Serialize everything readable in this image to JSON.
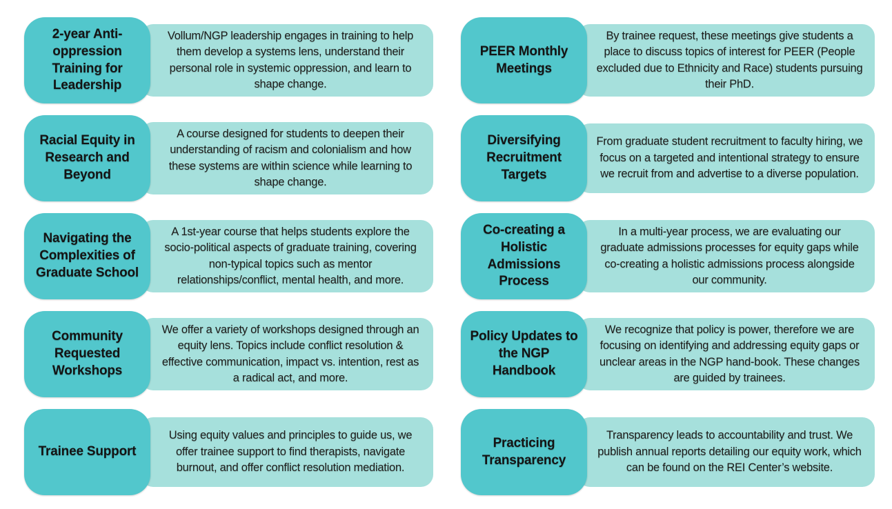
{
  "colors": {
    "title_box_fill": "#52C7CC",
    "description_box_fill": "#A6E0DC",
    "text": "#1B1B19",
    "background": "#FFFFFF"
  },
  "columns": [
    {
      "cards": [
        {
          "title": "2-year Anti-oppression Training for Leadership",
          "description": "Vollum/NGP leadership engages in training to help them develop a systems lens, understand their personal role in systemic oppression, and learn to shape change."
        },
        {
          "title": "Racial Equity in Research and Beyond",
          "description": "A course designed for students to deepen their understanding of racism and colonialism and how these systems are within science while learning to shape change."
        },
        {
          "title": "Navigating the Complexities of Graduate School",
          "description": "A 1st-year course that helps students explore the socio-political aspects of graduate training, covering non-typical topics such as mentor relationships/conflict, mental health, and more."
        },
        {
          "title": "Community Requested Workshops",
          "description": "We offer a variety of workshops designed through an equity lens. Topics include conflict resolution & effective communication, impact vs. intention, rest as a radical act, and more."
        },
        {
          "title": "Trainee Support",
          "description": "Using equity values and principles to guide us, we offer trainee support to find therapists, navigate burnout, and offer conflict resolution mediation."
        }
      ]
    },
    {
      "cards": [
        {
          "title": "PEER Monthly Meetings",
          "description": "By trainee request, these meetings give students a place to discuss topics of interest for PEER (People excluded due to Ethnicity and Race) students pursuing their PhD."
        },
        {
          "title": "Diversifying Recruitment Targets",
          "description": "From graduate student recruitment to faculty hiring, we focus on a targeted and intentional strategy to ensure we recruit from and advertise to a diverse population."
        },
        {
          "title": "Co-creating a Holistic Admissions Process",
          "description": "In a multi-year process, we are evaluating our graduate admissions processes for equity gaps while co-creating a holistic admissions process alongside our community."
        },
        {
          "title": "Policy Updates to the NGP Handbook",
          "description": "We recognize that policy is power, therefore we are focusing on identifying and addressing equity gaps or unclear areas in the NGP hand-book. These changes are guided by trainees."
        },
        {
          "title": "Practicing Transparency",
          "description": "Transparency leads to accountability and trust. We publish annual reports detailing our equity work, which can be found on the REI Center’s website."
        }
      ]
    }
  ]
}
